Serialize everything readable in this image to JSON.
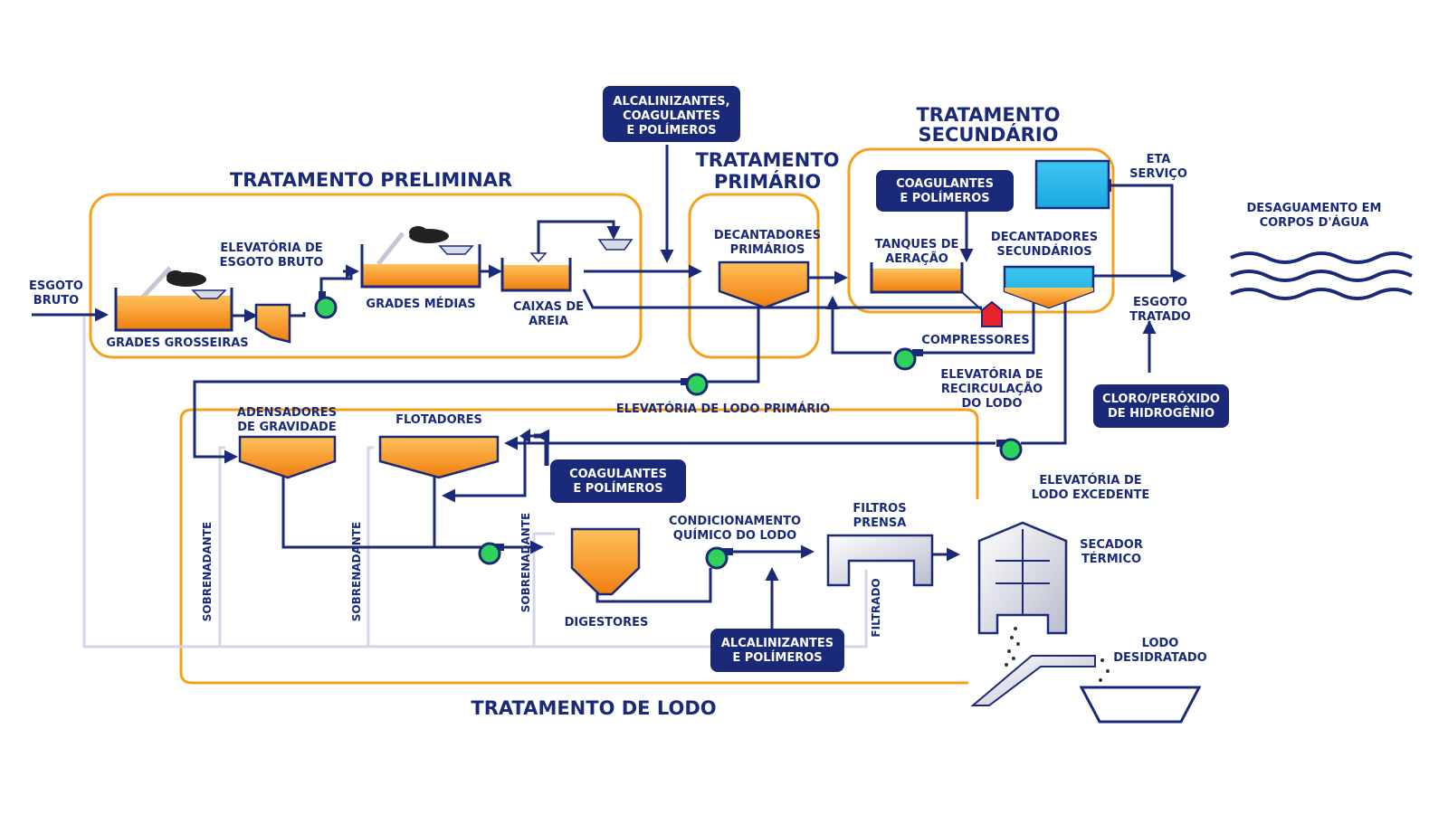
{
  "colors": {
    "navy": "#1a2a78",
    "orange": "#f7a11a",
    "green": "#2fd25a",
    "cyan": "#2db8e8",
    "gray": "#d4d6e6",
    "red": "#e8232a"
  },
  "sections": {
    "preliminar": "TRATAMENTO PRELIMINAR",
    "primario": [
      "TRATAMENTO",
      "PRIMÁRIO"
    ],
    "secundario": [
      "TRATAMENTO",
      "SECUNDÁRIO"
    ],
    "lodo": "TRATAMENTO DE LODO"
  },
  "labels": {
    "esgoto_bruto": [
      "ESGOTO",
      "BRUTO"
    ],
    "grades_grosseiras": "GRADES GROSSEIRAS",
    "elevatoria_bruto": [
      "ELEVATÓRIA DE",
      "ESGOTO BRUTO"
    ],
    "grades_medias": "GRADES MÉDIAS",
    "caixas_areia": [
      "CAIXAS DE",
      "AREIA"
    ],
    "decantadores_primarios": [
      "DECANTADORES",
      "PRIMÁRIOS"
    ],
    "tanques_aeracao": [
      "TANQUES DE",
      "AERAÇÃO"
    ],
    "decantadores_secundarios": [
      "DECANTADORES",
      "SECUNDÁRIOS"
    ],
    "eta_servico": [
      "ETA",
      "SERVIÇO"
    ],
    "desaguamento": [
      "DESAGUAMENTO EM",
      "CORPOS D'ÁGUA"
    ],
    "esgoto_tratado": [
      "ESGOTO",
      "TRATADO"
    ],
    "compressores": "COMPRESSORES",
    "elevatoria_recirculacao": [
      "ELEVATÓRIA DE",
      "RECIRCULAÇÃO",
      "DO LODO"
    ],
    "elevatoria_lodo_primario": "ELEVATÓRIA DE LODO PRIMÁRIO",
    "adensadores": [
      "ADENSADORES",
      "DE GRAVIDADE"
    ],
    "flotadores": "FLOTADORES",
    "elevatoria_excedente": [
      "ELEVATÓRIA DE",
      "LODO EXCEDENTE"
    ],
    "condicionamento": [
      "CONDICIONAMENTO",
      "QUÍMICO DO LODO"
    ],
    "filtros_prensa": [
      "FILTROS",
      "PRENSA"
    ],
    "secador": [
      "SECADOR",
      "TÉRMICO"
    ],
    "digestores": "DIGESTORES",
    "lodo_desidratado": [
      "LODO",
      "DESIDRATADO"
    ],
    "sobrenadante": "SOBRENADANTE",
    "filtrado": "FILTRADO"
  },
  "chem_boxes": {
    "alcalinizantes_top": [
      "ALCALINIZANTES,",
      "COAGULANTES",
      "E POLÍMEROS"
    ],
    "coagulantes_sec": [
      "COAGULANTES",
      "E POLÍMEROS"
    ],
    "cloro": [
      "CLORO/PERÓXIDO",
      "DE HIDROGÊNIO"
    ],
    "coagulantes_lodo": [
      "COAGULANTES",
      "E POLÍMEROS"
    ],
    "alcalinizantes_bottom": [
      "ALCALINIZANTES",
      "E POLÍMEROS"
    ]
  }
}
